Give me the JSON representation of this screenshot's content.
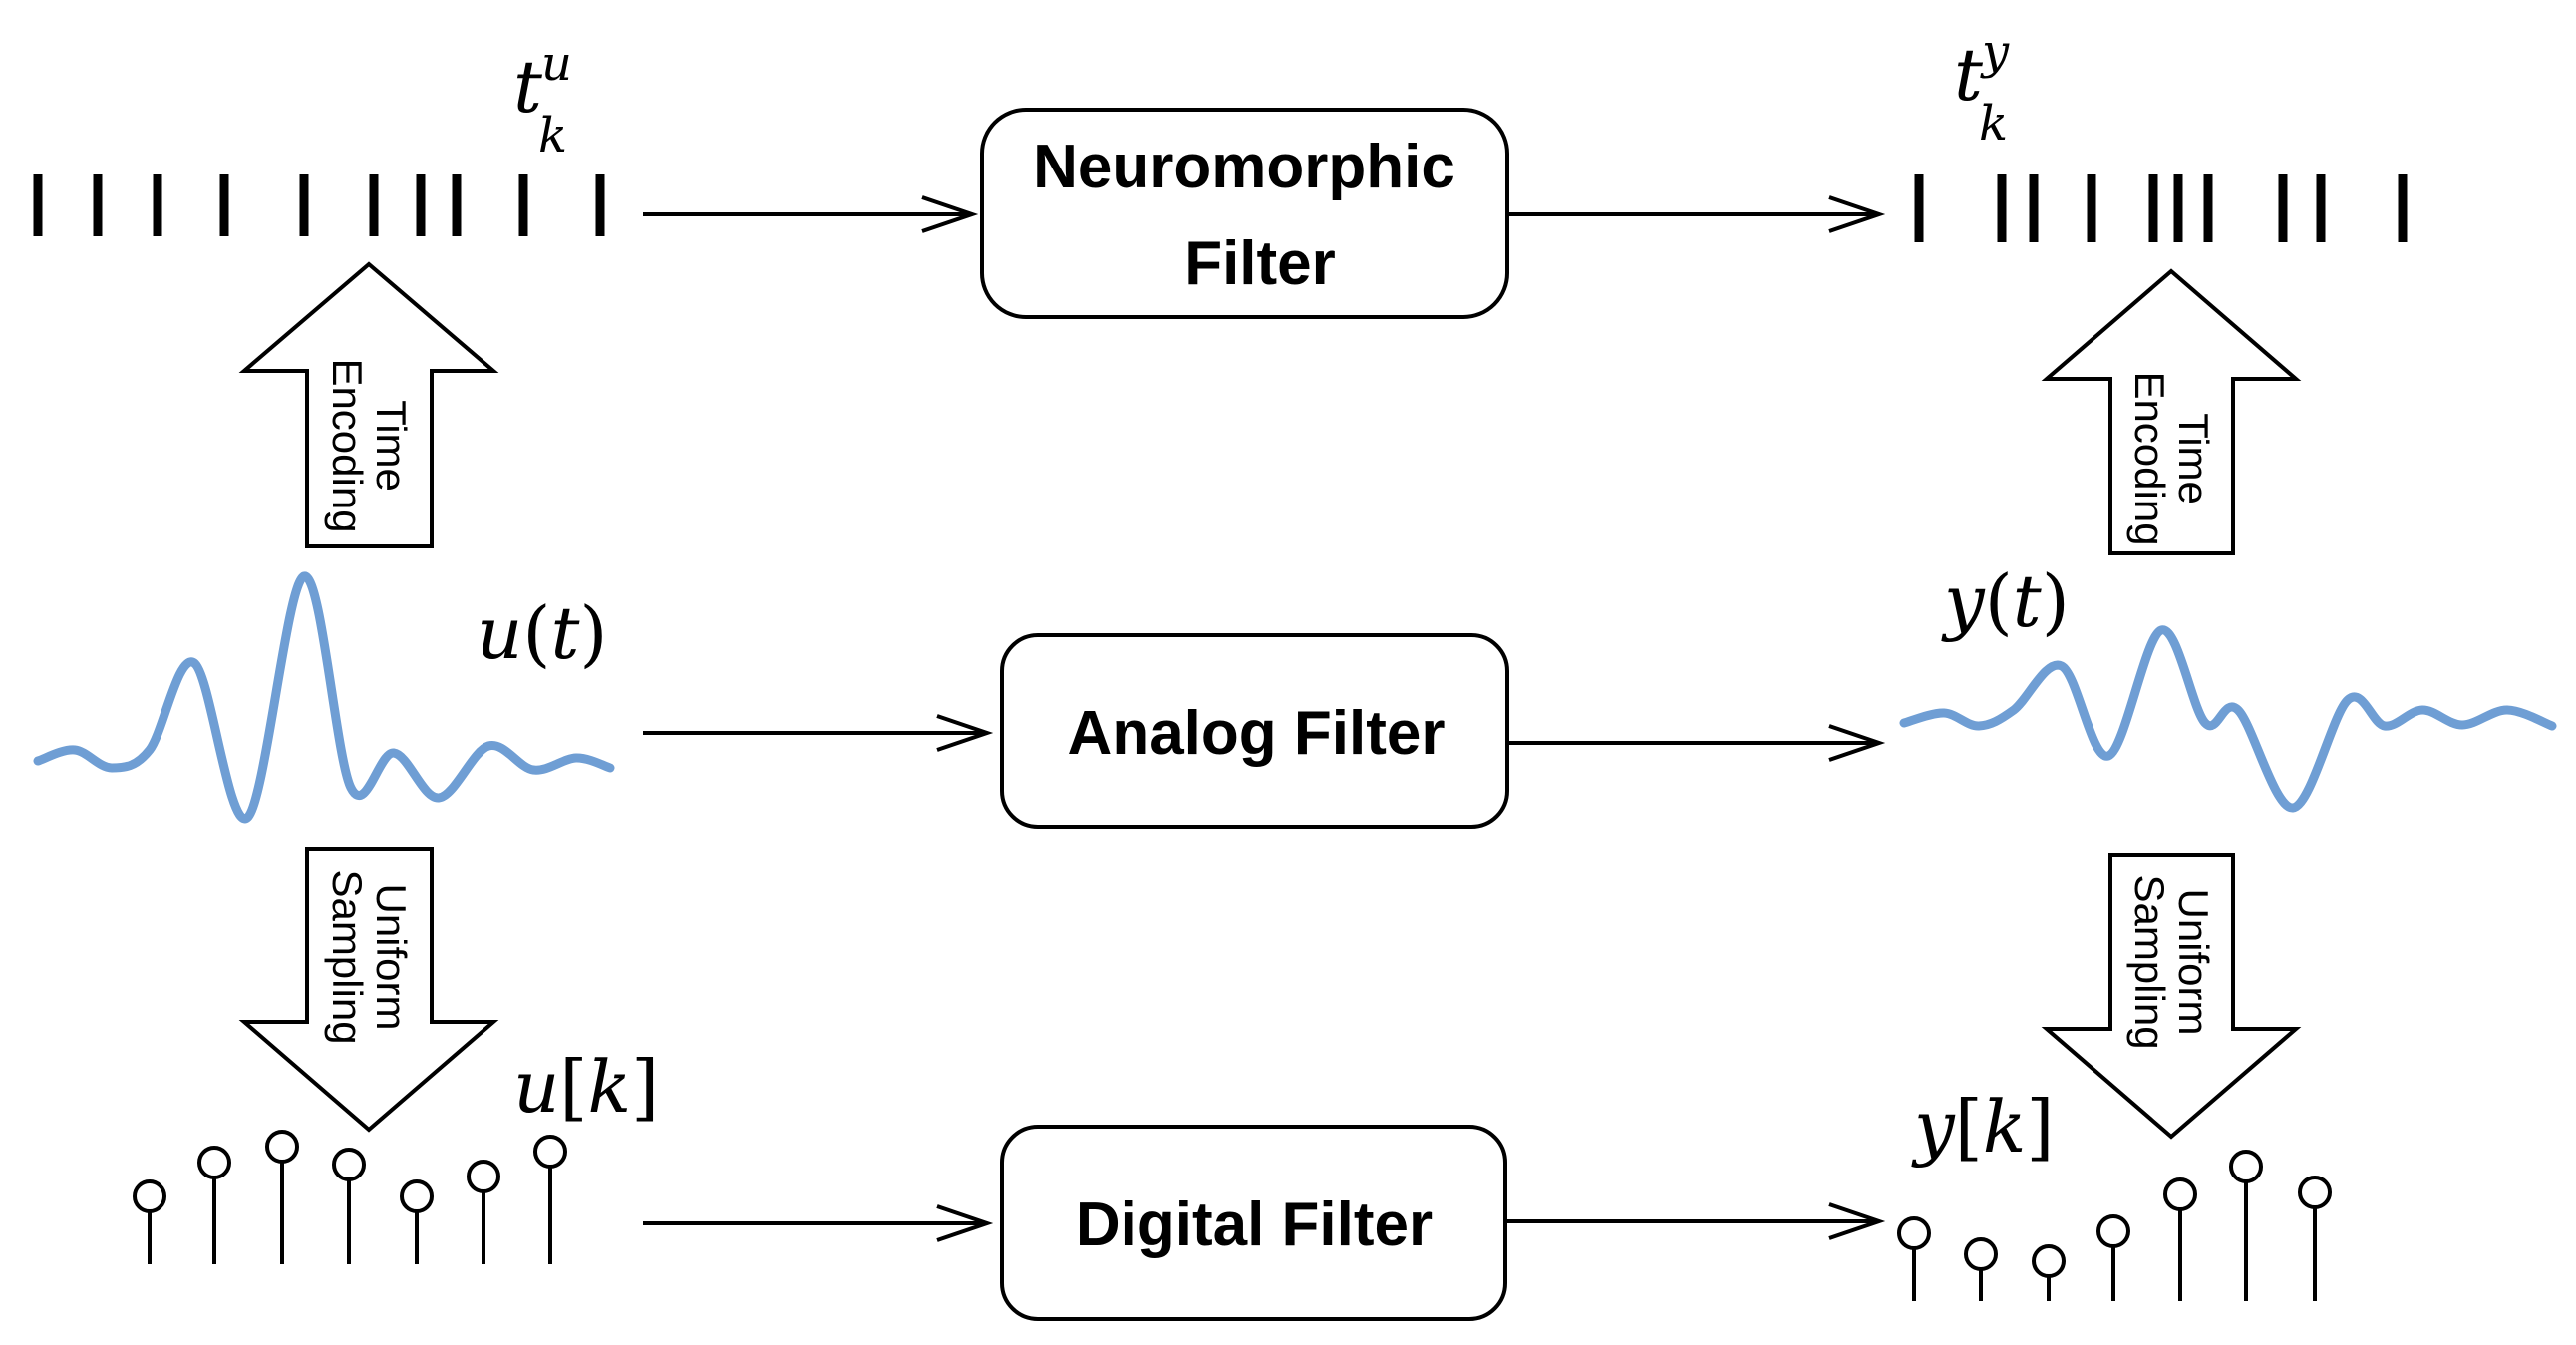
{
  "boxes": {
    "neuromorphic_line1": "Neuromorphic",
    "neuromorphic_line2": "Filter",
    "analog": "Analog Filter",
    "digital": "Digital Filter"
  },
  "signals": {
    "input_spikes": {
      "base": "t",
      "sub": "k",
      "sup": "u"
    },
    "output_spikes": {
      "base": "t",
      "sub": "k",
      "sup": "y"
    },
    "input_continuous": {
      "name": "u",
      "open": "(",
      "arg": "t",
      "close": ")"
    },
    "output_continuous": {
      "name": "y",
      "open": "(",
      "arg": "t",
      "close": ")"
    },
    "input_discrete": {
      "name": "u",
      "open": "[",
      "arg": "k",
      "close": "]"
    },
    "output_discrete": {
      "name": "y",
      "open": "[",
      "arg": "k",
      "close": "]"
    }
  },
  "transforms": {
    "encoding_line1": "Time",
    "encoding_line2": "Encoding",
    "sampling_line1": "Uniform",
    "sampling_line2": "Sampling"
  },
  "colors": {
    "waveform": "#6f9ed4",
    "stroke": "#000000"
  },
  "icons": {
    "flow_arrow": "open-chevron-arrow",
    "transform_arrow": "hollow-block-arrow"
  }
}
